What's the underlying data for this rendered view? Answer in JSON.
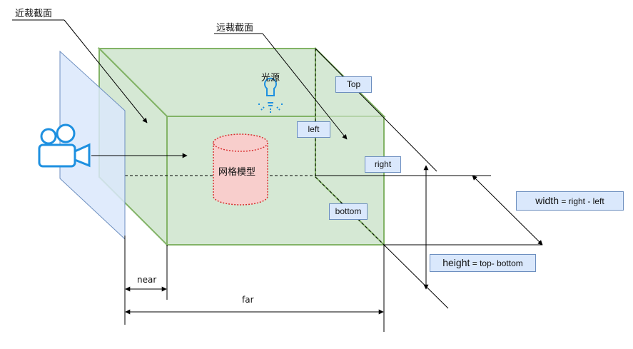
{
  "labels": {
    "near_plane": "近裁截面",
    "far_plane": "远裁截面",
    "light": "光源",
    "mesh": "网格模型",
    "top": "Top",
    "left": "left",
    "right": "right",
    "bottom": "bottom",
    "near": "near",
    "far": "far",
    "width_main": "width",
    "width_formula": " = right - left",
    "height_main": "height",
    "height_formula": " = top- bottom"
  },
  "icons": {
    "camera": "camera-icon",
    "light": "light-bulb-icon"
  },
  "colors": {
    "frustum_fill": "#d5e8d4",
    "frustum_stroke": "#82b366",
    "near_plane_fill": "#dae8fc",
    "near_plane_stroke": "#6c8ebf",
    "label_box_fill": "#dae8fc",
    "mesh_fill": "#f8cecc",
    "mesh_stroke": "#d83030",
    "icon_blue": "#1e90e0"
  }
}
